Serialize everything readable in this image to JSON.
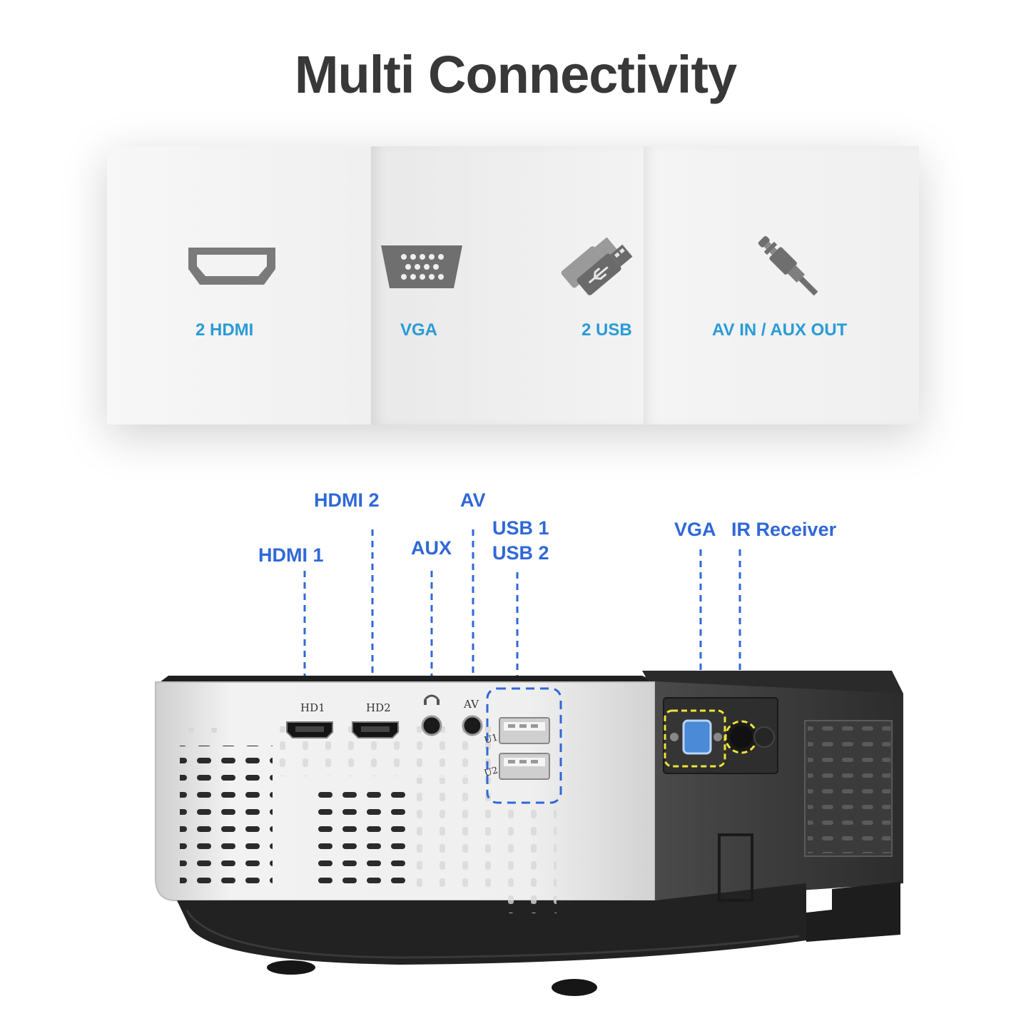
{
  "title": "Multi Connectivity",
  "features": [
    {
      "label": "2 HDMI",
      "icon": "hdmi-port-icon"
    },
    {
      "label": "VGA",
      "icon": "vga-port-icon"
    },
    {
      "label": "2 USB",
      "icon": "usb-stick-icon"
    },
    {
      "label": "AV IN / AUX OUT",
      "icon": "audio-jack-icon"
    }
  ],
  "callouts": {
    "hdmi1": "HDMI 1",
    "hdmi2": "HDMI 2",
    "aux": "AUX",
    "av": "AV",
    "usb1": "USB 1",
    "usb2": "USB 2",
    "vga": "VGA",
    "ir": "IR Receiver"
  },
  "device_port_text": {
    "hd1": "HD1",
    "hd2": "HD2",
    "av": "AV",
    "u1": "U1",
    "u2": "U2"
  },
  "colors": {
    "title": "#383838",
    "feature_label": "#2a9bd6",
    "callout": "#2f68d8",
    "highlight_yellow": "#f0e23a"
  }
}
